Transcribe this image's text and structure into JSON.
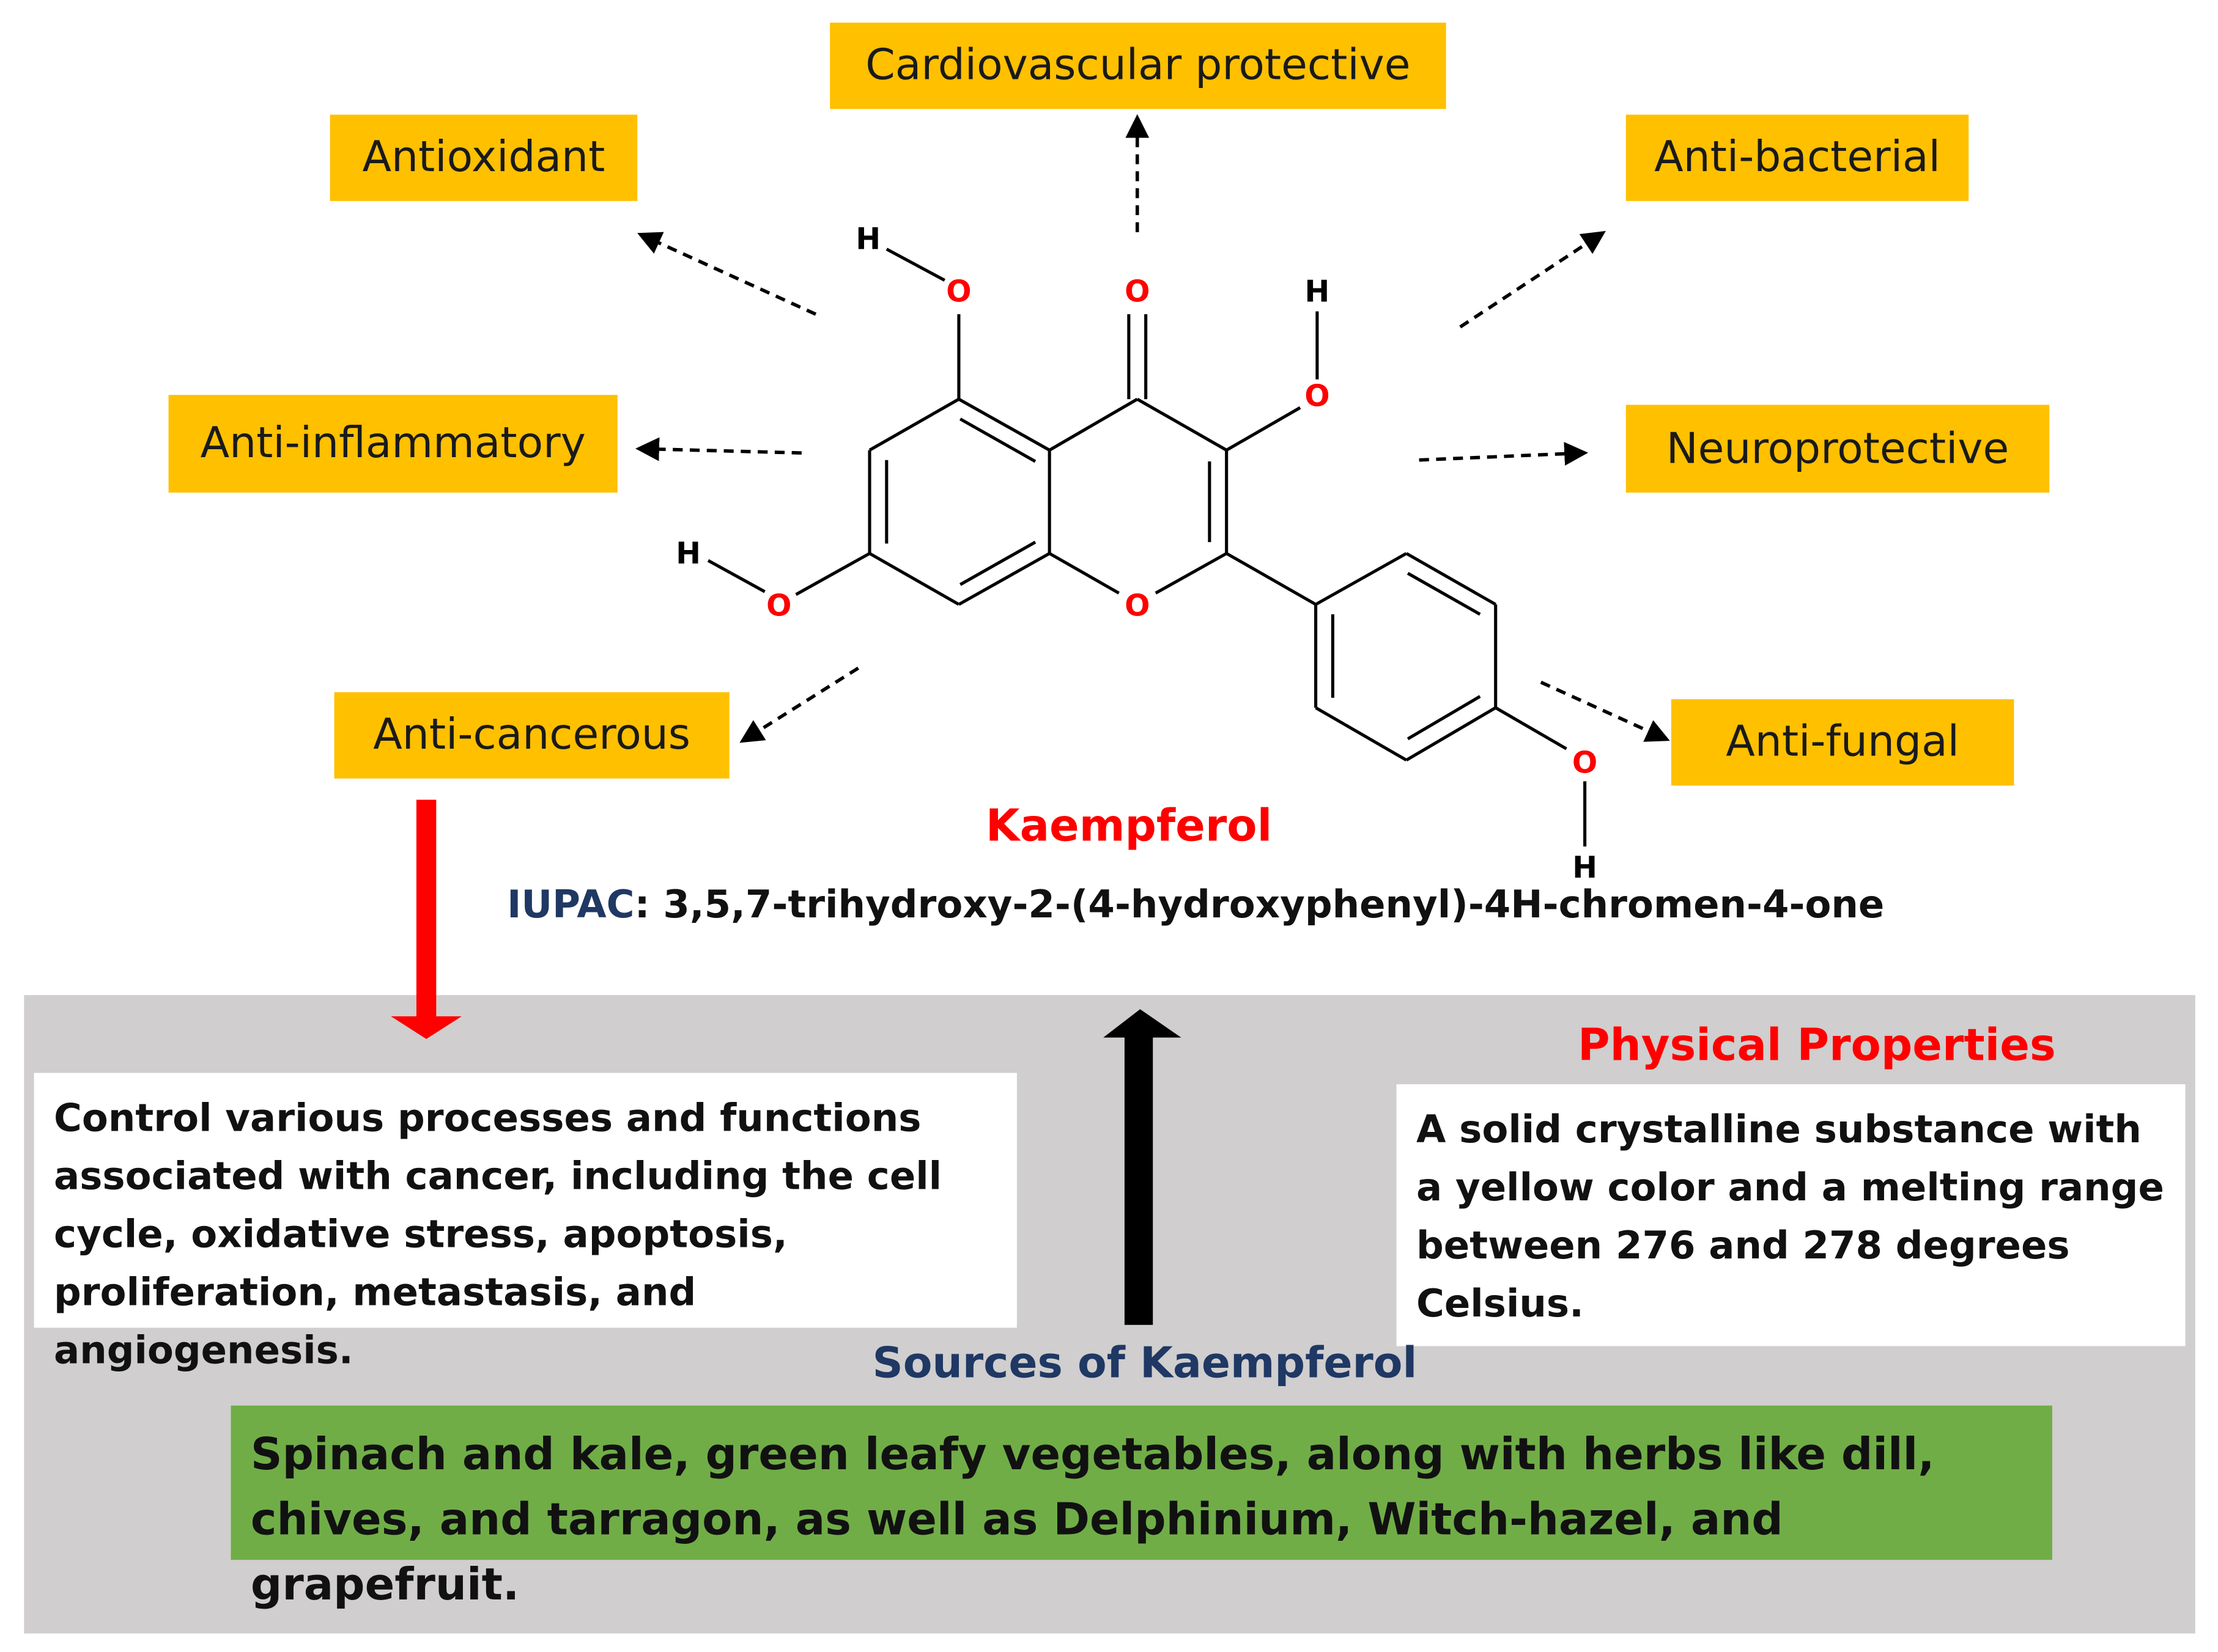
{
  "molecule": {
    "name": "Kaempferol",
    "iupac_key": "IUPAC",
    "iupac_value": ": 3,5,7-trihydroxy-2-(4-hydroxyphenyl)-4H-chromen-4-one",
    "atoms": {
      "oxygen": "O",
      "hydrogen": "H"
    }
  },
  "activities": {
    "cardiovascular": "Cardiovascular protective",
    "antioxidant": "Antioxidant",
    "antibacterial": "Anti-bacterial",
    "antiinflammatory": "Anti-inflammatory",
    "neuroprotective": "Neuroprotective",
    "anticancerous": "Anti-cancerous",
    "antifungal": "Anti-fungal"
  },
  "cancer_description": "Control various processes and functions associated with cancer, including the cell cycle, oxidative stress, apoptosis, proliferation, metastasis, and angiogenesis.",
  "physical_properties": {
    "title": "Physical Properties",
    "text": "A solid crystalline substance with a yellow color and a melting range between 276 and 278 degrees Celsius."
  },
  "sources": {
    "title": "Sources of Kaempferol",
    "text": "Spinach and kale, green leafy vegetables, along with herbs like dill, chives, and tarragon, as well as Delphinium, Witch-hazel, and grapefruit."
  },
  "colors": {
    "activity_box": "#ffc000",
    "panel": "#d0cece",
    "sources_box": "#70ad47",
    "accent_red": "#ff0000",
    "navy": "#1f3864"
  }
}
